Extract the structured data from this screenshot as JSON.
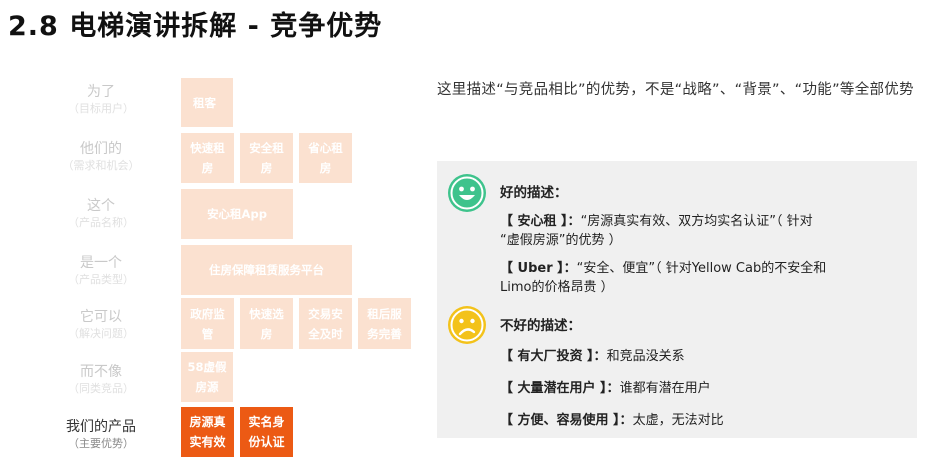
{
  "title": "2.8 电梯演讲拆解 - 竞争优势",
  "rows": [
    {
      "main": "为了",
      "sub": "（目标用户）"
    },
    {
      "main": "他们的",
      "sub": "（需求和机会）"
    },
    {
      "main": "这个",
      "sub": "（产品名称）"
    },
    {
      "main": "是一个",
      "sub": "（产品类型）"
    },
    {
      "main": "它可以",
      "sub": "（解决问题）"
    },
    {
      "main": "而不像",
      "sub": "（同类竞品）"
    },
    {
      "main": "我们的产品",
      "sub": "（主要优势）"
    }
  ],
  "tiles": {
    "target": [
      "租客"
    ],
    "needs": [
      "快速租房",
      "安全租房",
      "省心租房"
    ],
    "name": [
      "安心租App"
    ],
    "type": [
      "住房保障租赁服务平台"
    ],
    "solve": [
      "政府监管",
      "快速选房",
      "交易安全及时",
      "租后服务完善"
    ],
    "competitor": [
      "58虚假房源"
    ],
    "advantage": [
      "房源真实有效",
      "实名身份认证"
    ]
  },
  "description": "这里描述“与竞品相比”的优势，不是“战略”、“背景”、“功能”等全部优势",
  "good": {
    "heading": "好的描述：",
    "item1_bracket": "【 安心租 】：",
    "item1_text": "“房源真实有效、双方均实名认证”（ 针对",
    "item1_text2": "“虚假房源”的优势 ）",
    "item2_bracket": "【 Uber 】：",
    "item2_text": "“安全、便宜”（ 针对Yellow Cab的不安全和",
    "item2_text2": "Limo的价格昂贵 ）"
  },
  "bad": {
    "heading": "不好的描述：",
    "item1_bracket": "【 有大厂投资 】：",
    "item1_text": "和竞品没关系",
    "item2_bracket": "【 大量潜在用户 】：",
    "item2_text": "谁都有潜在用户",
    "item3_bracket": "【 方便、容易使用 】：",
    "item3_text": "太虚，无法对比"
  },
  "colors": {
    "accent": "#ec5a14",
    "tile_faded": "#fbe1d0",
    "good_face": "#3ec38c",
    "bad_face": "#f3c21a",
    "panel_bg": "#f0f0f0"
  }
}
